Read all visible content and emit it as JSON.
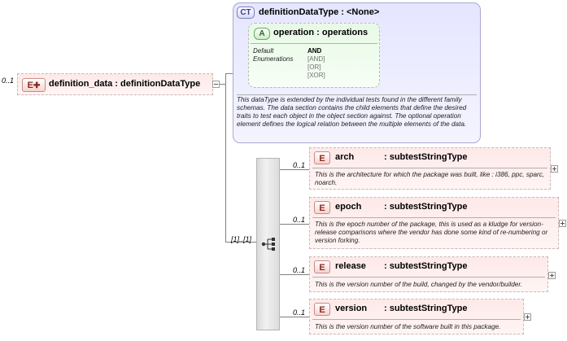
{
  "root": {
    "multiplicity": "0..1",
    "badge": "E",
    "label": "definition_data : definitionDataType"
  },
  "complex_type": {
    "badge": "CT",
    "label": "definitionDataType : <None>",
    "attribute": {
      "badge": "A",
      "label": "operation : operations",
      "default_key": "Default",
      "default_value": "AND",
      "enum_key": "Enumerations",
      "enum_values": [
        "[AND]",
        "[OR]",
        "[XOR]"
      ]
    },
    "description": "This dataType is extended by the individual tests found in the different family schemas.  The data section contains the child elements that define the desired traits to test each object in the object section against.  The optional operation element defines the logical relation between the multiple elements of the data."
  },
  "sequence": {
    "multiplicity": "[1]..[1]"
  },
  "children": [
    {
      "multiplicity": "0..1",
      "badge": "E",
      "name": "arch",
      "type": ": subtestStringType",
      "description": "This is the architecture for which the package was built, like : i386, ppc, sparc, noarch."
    },
    {
      "multiplicity": "0..1",
      "badge": "E",
      "name": "epoch",
      "type": ": subtestStringType",
      "description": "This is the epoch number of the package, this is used as a kludge for version-release comparisons where the vendor has done some kind of re-numbering or version forking."
    },
    {
      "multiplicity": "0..1",
      "badge": "E",
      "name": "release",
      "type": ": subtestStringType",
      "description": "This is the version number of the build, changed by the vendor/builder."
    },
    {
      "multiplicity": "0..1",
      "badge": "E",
      "name": "version",
      "type": ": subtestStringType",
      "description": "This is the version number of the software built in this package."
    }
  ]
}
